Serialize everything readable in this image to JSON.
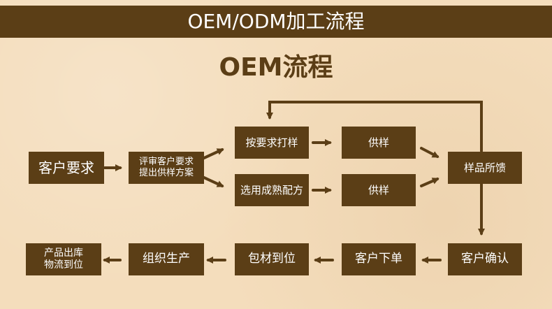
{
  "header": {
    "title": "OEM/ODM加工流程"
  },
  "section": {
    "title": "OEM流程"
  },
  "colors": {
    "header_bg": "#5b3e16",
    "node_bg": "#5b3e16",
    "node_text": "#ffffff",
    "background": "#f4ddbc",
    "arrow": "#5b3e16"
  },
  "nodes": {
    "customer_request": "客户要求",
    "review_request": "评审客户要求\n提出供样方案",
    "sample_by_request": "按要求打样",
    "select_formula": "选用成熟配方",
    "supply_sample_1": "供样",
    "supply_sample_2": "供样",
    "sample_feedback": "样品所馈",
    "customer_confirm": "客户确认",
    "customer_order": "客户下单",
    "packaging_ready": "包材到位",
    "organize_production": "组织生产",
    "shipping": "产品出库\n物流到位"
  }
}
